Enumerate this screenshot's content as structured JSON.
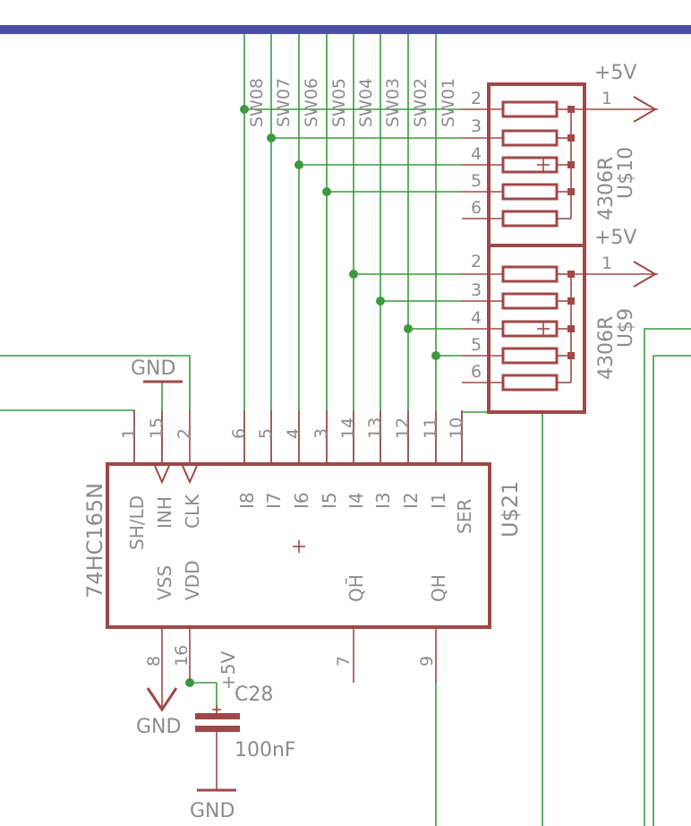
{
  "colors": {
    "wire": "#3c9a3c",
    "part": "#a04848",
    "text": "#8c8c8c",
    "top_bar": "#4b4fa6"
  },
  "net_labels": [
    "SW08",
    "SW07",
    "SW06",
    "SW05",
    "SW04",
    "SW03",
    "SW02",
    "SW01"
  ],
  "ic": {
    "name": "74HC165N",
    "ref": "U$21",
    "pins_top_numbers": [
      "1",
      "15",
      "2",
      "6",
      "5",
      "4",
      "3",
      "14",
      "13",
      "12",
      "11",
      "10"
    ],
    "pins_top_names": [
      "SH/LD",
      "INH",
      "CLK",
      "I8",
      "I7",
      "I6",
      "I5",
      "I4",
      "I3",
      "I2",
      "I1",
      "SER"
    ],
    "pins_left_names": [
      "VSS",
      "VDD"
    ],
    "pins_bottom_numbers": [
      "8",
      "16",
      "7",
      "9"
    ],
    "pins_bottom_names": [
      "QH̄",
      "QH"
    ]
  },
  "resistor_networks": [
    {
      "value": "4306R",
      "ref": "U$10",
      "supply": "+5V",
      "common_pin": "1",
      "pins": [
        "2",
        "3",
        "4",
        "5",
        "6"
      ]
    },
    {
      "value": "4306R",
      "ref": "U$9",
      "supply": "+5V",
      "common_pin": "1",
      "pins": [
        "2",
        "3",
        "4",
        "5",
        "6"
      ]
    }
  ],
  "power": {
    "gnd_top": "GND",
    "gnd_left": "GND",
    "gnd_bottom": "GND",
    "vcc": "+5V"
  },
  "capacitor": {
    "ref": "C28",
    "value": "100nF"
  }
}
